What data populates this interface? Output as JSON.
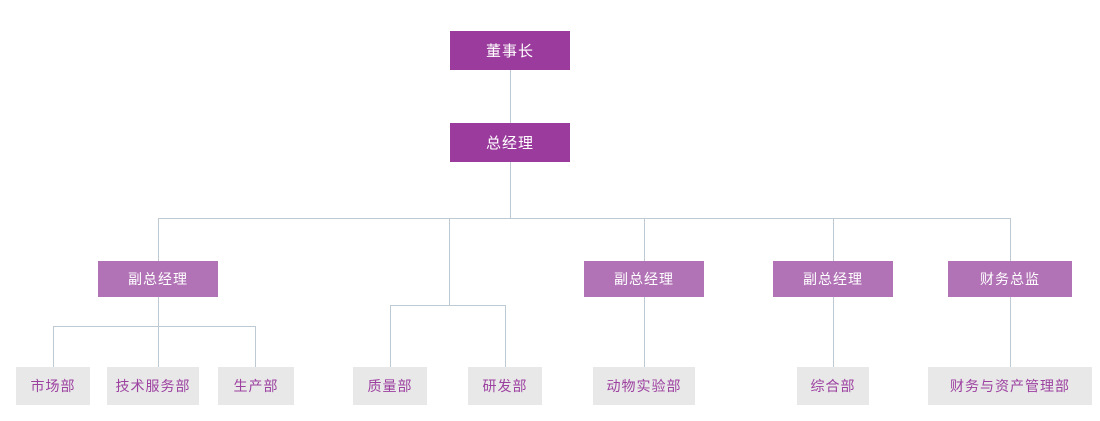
{
  "diagram": {
    "type": "org-chart",
    "background": "#ffffff"
  },
  "colors": {
    "executive_box": "#9B3B9D",
    "executive_text": "#ffffff",
    "manager_box": "#B172B6",
    "manager_text": "#ffffff",
    "department_box": "#E8E8E8",
    "department_text": "#9D41A1",
    "connector_line": "#BDC9D3"
  },
  "tree": {
    "label": "董事长",
    "children": [
      {
        "label": "总经理",
        "children": [
          {
            "label": "副总经理",
            "children": [
              {
                "label": "市场部"
              },
              {
                "label": "技术服务部"
              },
              {
                "label": "生产部"
              }
            ]
          },
          {
            "junction": true,
            "label": "",
            "children": [
              {
                "label": "质量部"
              },
              {
                "label": "研发部"
              }
            ]
          },
          {
            "label": "副总经理",
            "children": [
              {
                "label": "动物实验部"
              }
            ]
          },
          {
            "label": "副总经理",
            "children": [
              {
                "label": "综合部"
              }
            ]
          },
          {
            "label": "财务总监",
            "children": [
              {
                "label": "财务与资产管理部"
              }
            ]
          }
        ]
      }
    ]
  }
}
